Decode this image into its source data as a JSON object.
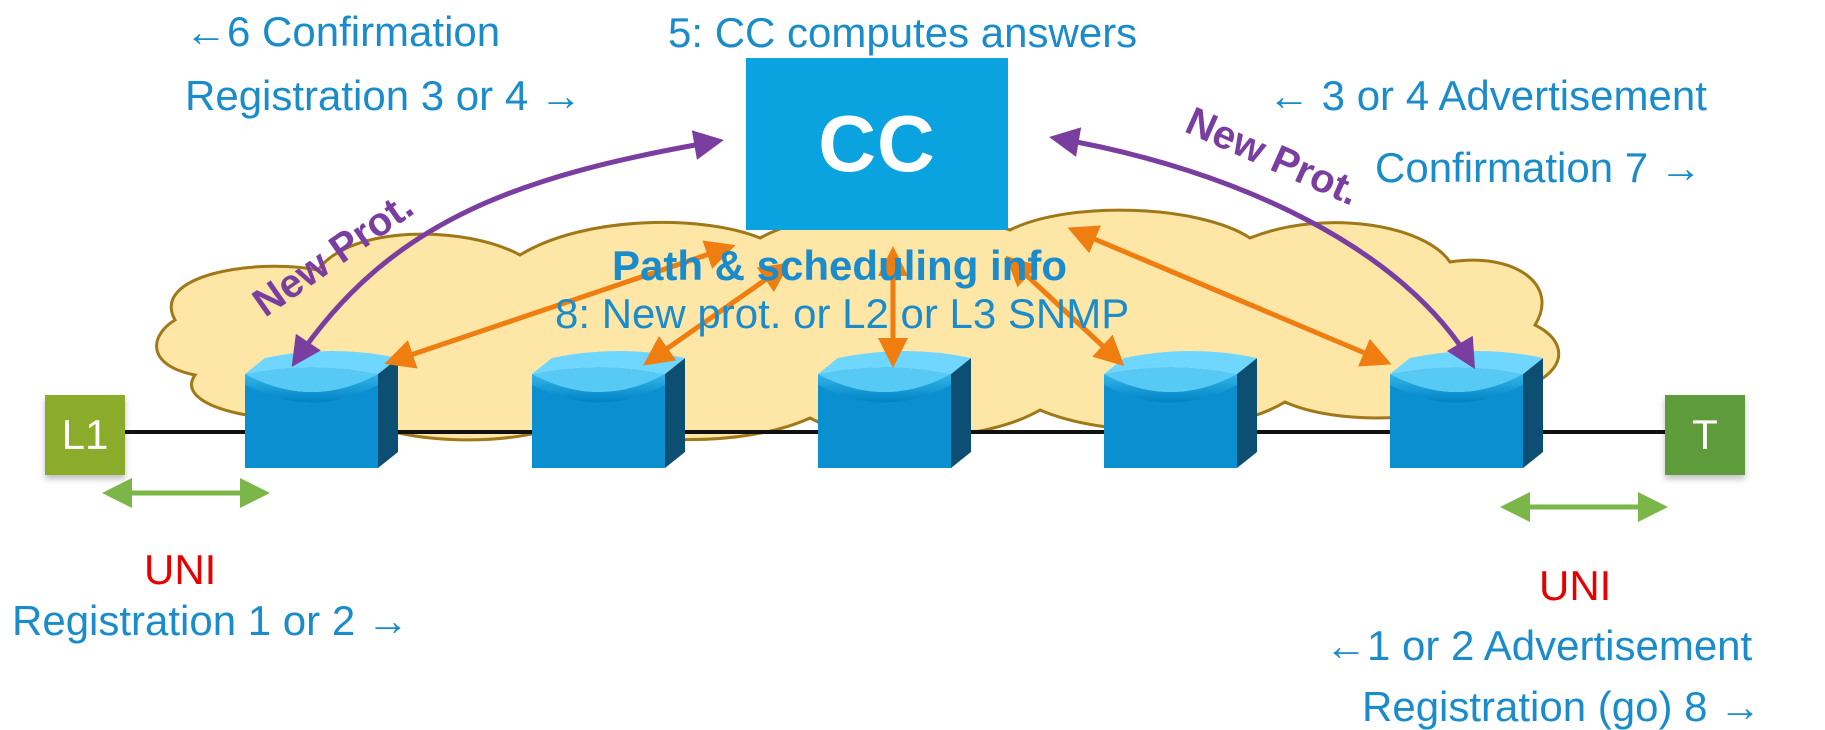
{
  "colors": {
    "cc_box": "#0aa3df",
    "text_blue": "#1a8ccb",
    "uni_red": "#e60000",
    "protocol_purple": "#7a3ea0",
    "path_orange": "#ef7d10",
    "uni_green": "#7ab648",
    "cloud_fill": "#fde6a6",
    "cloud_stroke": "#a07818",
    "switch_blue": "#0a8fd0"
  },
  "center": {
    "label": "CC",
    "compute_label": "5: CC computes answers"
  },
  "left_messages": {
    "confirmation": "←6 Confirmation",
    "registration": "Registration 3 or 4 →"
  },
  "right_messages": {
    "advertisement": "← 3 or 4 Advertisement",
    "confirmation": "Confirmation 7 →"
  },
  "protocol": {
    "left_label": "New Prot.",
    "right_label": "New Prot."
  },
  "network": {
    "path_info": "Path & scheduling info",
    "config_info": "8: New prot. or L2 or L3 SNMP",
    "switch_icons": [
      "switch-icon",
      "switch-icon",
      "switch-icon",
      "switch-icon",
      "switch-icon"
    ]
  },
  "left_endpoint": {
    "label": "L1",
    "uni_label": "UNI",
    "registration": "Registration 1 or 2 →"
  },
  "right_endpoint": {
    "label": "T",
    "uni_label": "UNI",
    "advertisement": "←1 or 2 Advertisement",
    "registration": "Registration (go) 8 →"
  }
}
